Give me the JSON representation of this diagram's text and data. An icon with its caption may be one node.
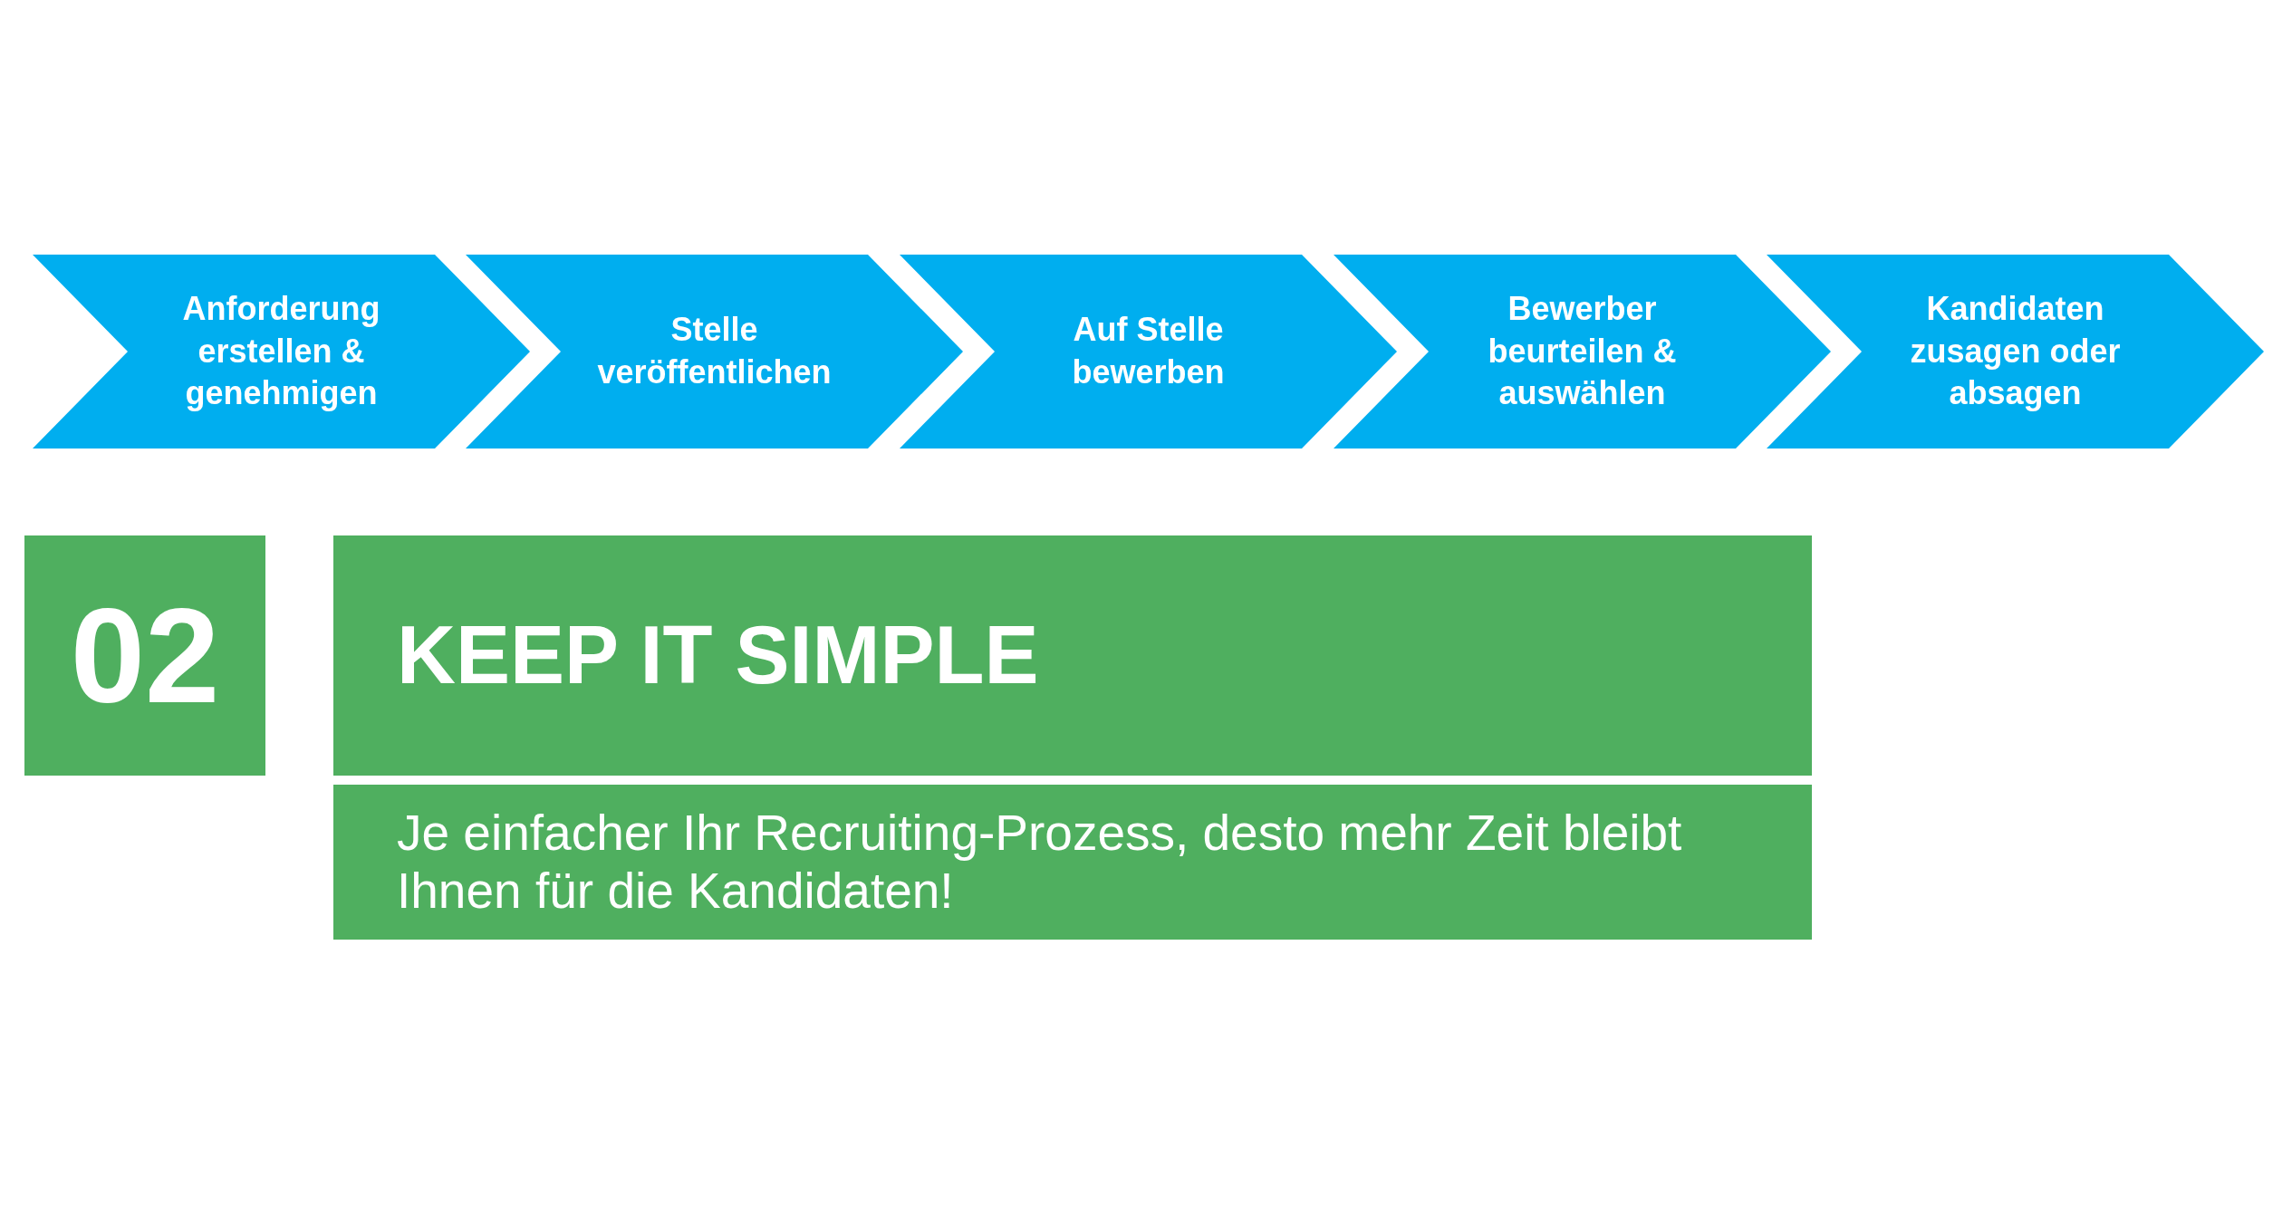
{
  "diagram": {
    "nodes": [
      {
        "text": [
          "Anforderung erstellen & genehmigen"
        ]
      },
      {
        "text": [
          "Stelle veröffentlichen"
        ]
      },
      {
        "text": [
          "Auf Stelle bewerben"
        ]
      },
      {
        "text": [
          "Bewerber beurteilen & auswählen"
        ]
      },
      {
        "text": [
          "Kandidaten zusagen oder absagen"
        ]
      },
      {
        "text": [
          "02"
        ]
      },
      {
        "text": [
          "KEEP IT SIMPLE"
        ]
      },
      {
        "text": [
          "Je einfacher Ihr Recruiting-Prozess, desto mehr Zeit bleibt Ihnen für die Kandidaten!"
        ]
      }
    ]
  }
}
